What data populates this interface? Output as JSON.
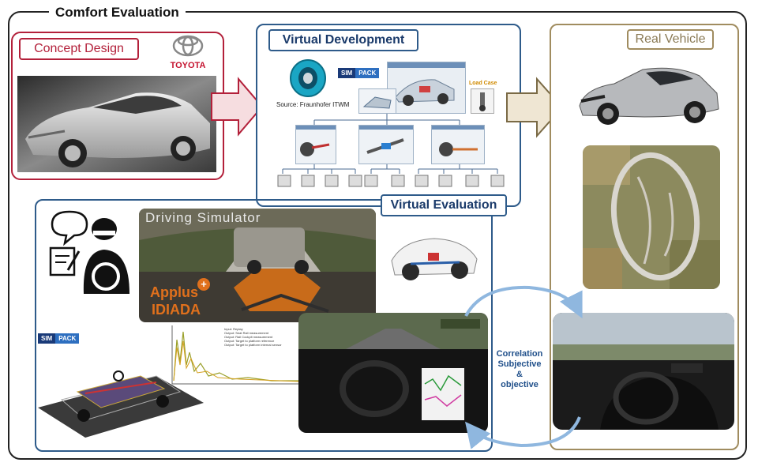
{
  "frame": {
    "title": "Comfort Evaluation"
  },
  "concept": {
    "label": "Concept Design",
    "brand": "TOYOTA"
  },
  "virtual_development": {
    "label": "Virtual Development",
    "source_note": "Source: Fraunhofer ITWM",
    "sim_badge": "SIM",
    "pack_badge": "PACK",
    "load_case": "Load Case"
  },
  "virtual_evaluation": {
    "label": "Virtual Evaluation",
    "simulator_title": "Driving Simulator",
    "applus": "Applus",
    "idiada": "IDIADA",
    "sim_badge": "SIM",
    "pack_badge": "PACK",
    "legend": [
      "Input: Replay",
      "Output: Seat Rail measurement",
      "Output: Rail Cockpit measurement",
      "Output: Target to platform reference",
      "Output: Target to platform internal sensor"
    ]
  },
  "real_vehicle": {
    "label": "Real Vehicle"
  },
  "correlation": {
    "line1": "Correlation",
    "line2": "Subjective",
    "line3": "&",
    "line4": "objective"
  },
  "colors": {
    "concept": "#b3203a",
    "virtual": "#2e5b8a",
    "real": "#a08c5f",
    "arrow_pink": "#f6dde0",
    "arrow_tan": "#efe6d3"
  }
}
